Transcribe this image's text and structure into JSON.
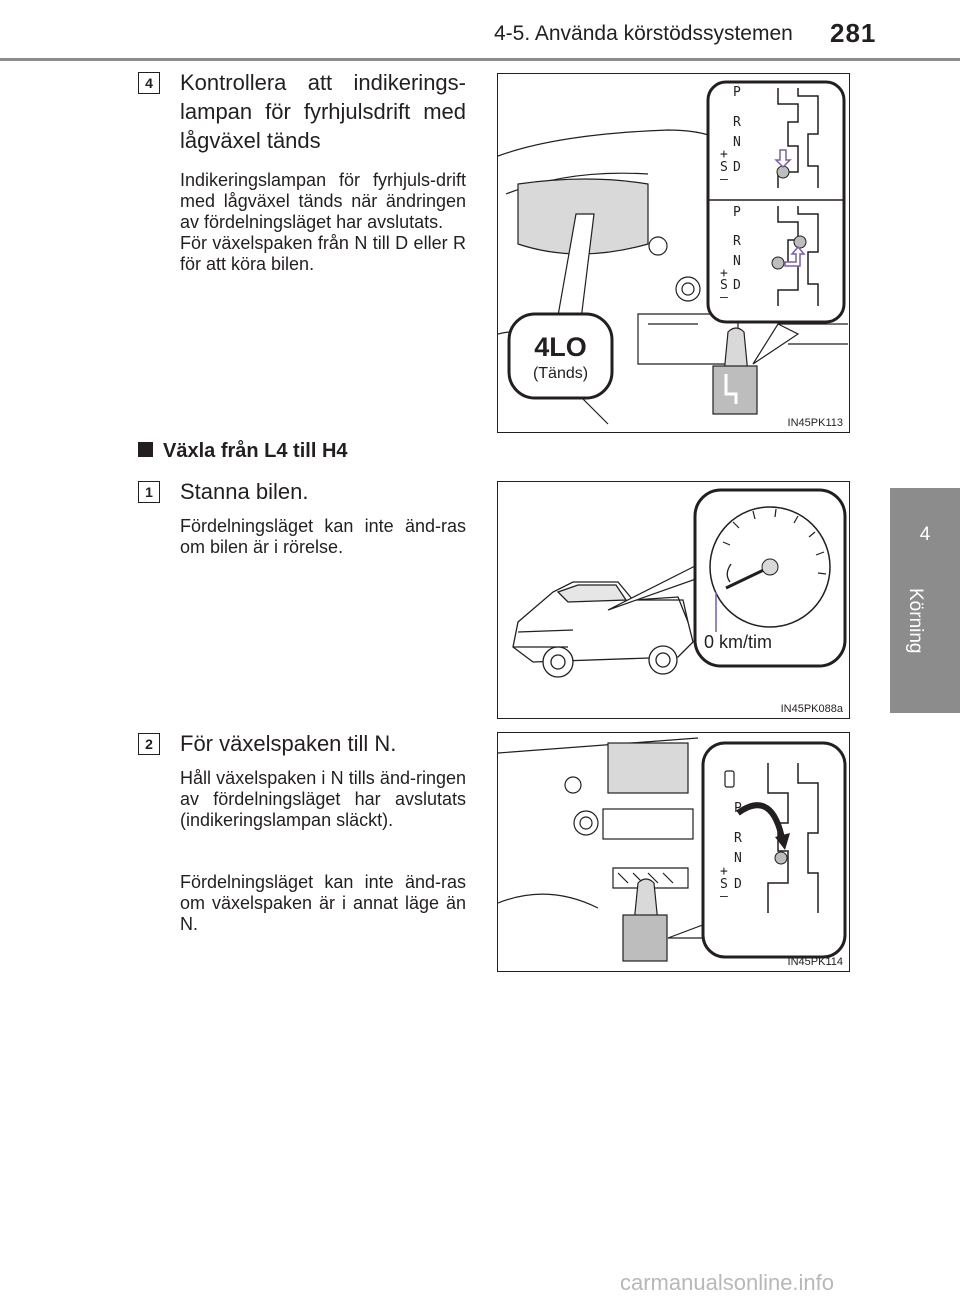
{
  "header": {
    "section": "4-5. Använda körstödssystemen",
    "page_number": "281"
  },
  "side_tab": {
    "chapter_number": "4",
    "chapter_label": "Körning"
  },
  "steps": [
    {
      "number": "4",
      "title": "Kontrollera att indikerings-lampan för fyrhjulsdrift med lågväxel tänds",
      "body": "Indikeringslampan för fyrhjuls-drift med lågväxel tänds när ändringen av fördelningsläget har avslutats.\nFör växelspaken från N till D eller R för att köra bilen."
    }
  ],
  "section": {
    "title": "Växla från L4 till H4",
    "steps": [
      {
        "number": "1",
        "title": "Stanna bilen.",
        "body": "Fördelningsläget kan inte änd-ras om bilen är i rörelse."
      },
      {
        "number": "2",
        "title": "För växelspaken till N.",
        "body": "Håll växelspaken i N tills änd-ringen av fördelningsläget har avslutats (indikeringslampan släckt).",
        "body2": "Fördelningsläget kan inte änd-ras om växelspaken är i annat läge än N."
      }
    ]
  },
  "figures": [
    {
      "code": "IN45PK113",
      "indicator": "4LO",
      "indicator_state": "(Tänds)",
      "gear_positions": [
        "P",
        "R",
        "N",
        "S",
        "D",
        "+",
        "–"
      ]
    },
    {
      "code": "IN45PK088a",
      "speed_label": "0 km/tim"
    },
    {
      "code": "IN45PK114",
      "gear_positions": [
        "P",
        "R",
        "N",
        "S",
        "D",
        "+",
        "–"
      ]
    }
  ],
  "colors": {
    "header_rule": "#8c8c8c",
    "tab": "#8c8c8c",
    "arrow_accent": "#7b5ea7"
  },
  "watermark": "carmanualsonline.info"
}
